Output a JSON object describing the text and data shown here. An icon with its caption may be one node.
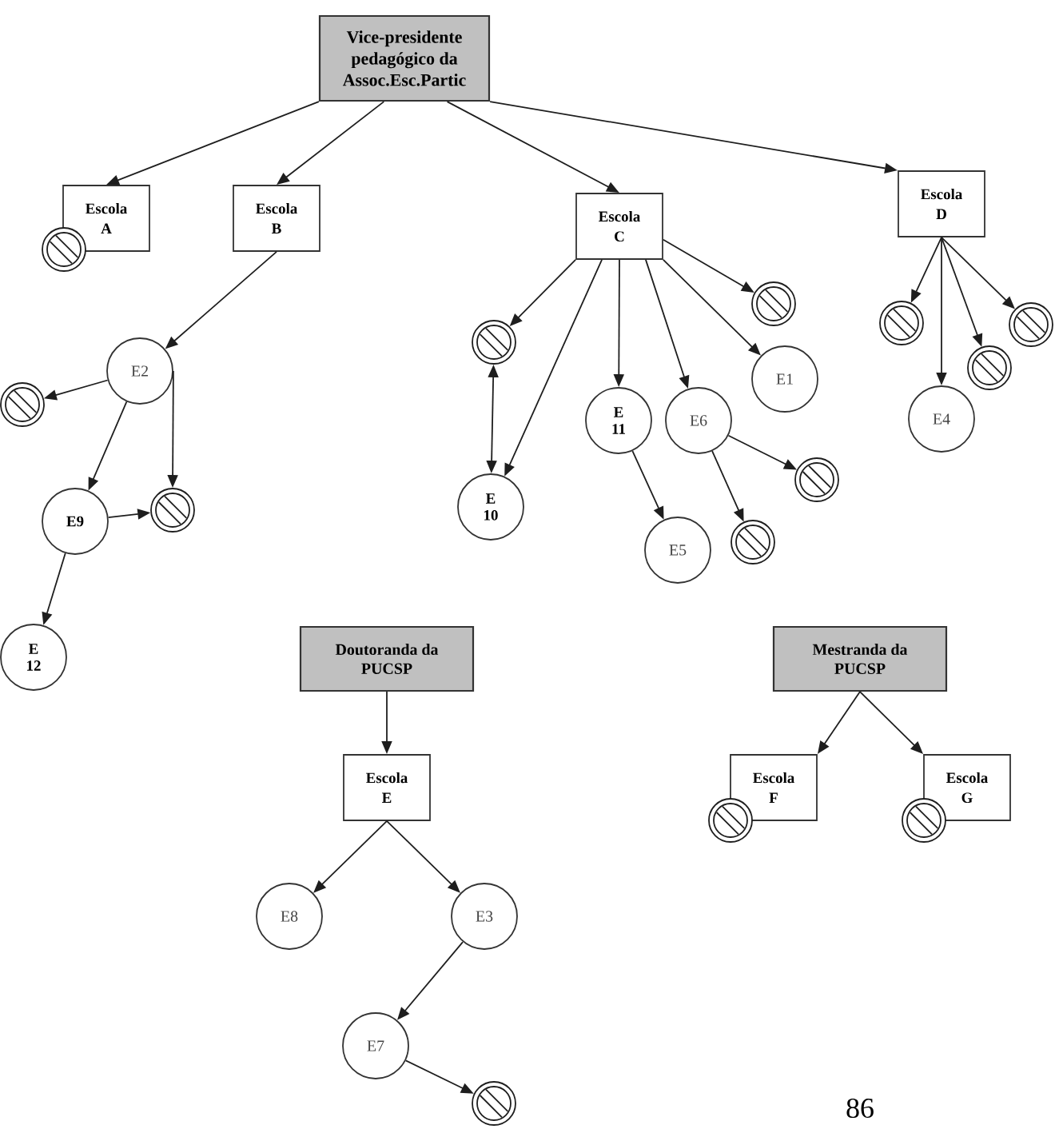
{
  "diagram": {
    "nodes": [
      {
        "text": [
          "Vice-presidente pedagógico da Assoc.Esc.Partic"
        ]
      },
      {
        "text": [
          "Escola A"
        ]
      },
      {
        "text": [
          "Escola B"
        ]
      },
      {
        "text": [
          "Escola C"
        ]
      },
      {
        "text": [
          "Escola D"
        ]
      },
      {
        "text": [
          "E2"
        ]
      },
      {
        "text": [],
        "shape": "circle"
      },
      {
        "text": [
          "E9"
        ]
      },
      {
        "text": [],
        "shape": "circle"
      },
      {
        "text": [
          "E 12"
        ]
      },
      {
        "text": [],
        "shape": "circle"
      },
      {
        "text": [
          "E 10"
        ]
      },
      {
        "text": [
          "E 11"
        ]
      },
      {
        "text": [
          "E6"
        ]
      },
      {
        "text": [
          "E1"
        ]
      },
      {
        "text": [],
        "shape": "circle"
      },
      {
        "text": [
          "E5"
        ]
      },
      {
        "text": [],
        "shape": "circle"
      },
      {
        "text": [],
        "shape": "circle"
      },
      {
        "text": [],
        "shape": "circle"
      },
      {
        "text": [
          "E4"
        ]
      },
      {
        "text": [],
        "shape": "circle"
      },
      {
        "text": [],
        "shape": "circle"
      },
      {
        "text": [
          "Doutoranda da PUCSP"
        ]
      },
      {
        "text": [
          "Mestranda da PUCSP"
        ]
      },
      {
        "text": [
          "Escola E"
        ]
      },
      {
        "text": [
          "Escola F"
        ]
      },
      {
        "text": [
          "Escola G"
        ]
      },
      {
        "text": [
          "E8"
        ]
      },
      {
        "text": [
          "E3"
        ]
      },
      {
        "text": [
          "E7"
        ]
      },
      {
        "text": [],
        "shape": "circle"
      }
    ],
    "edges": [
      {
        "from": 0,
        "to": 1,
        "arrow": "to"
      },
      {
        "from": 0,
        "to": 2,
        "arrow": "to"
      },
      {
        "from": 0,
        "to": 3,
        "arrow": "to"
      },
      {
        "from": 0,
        "to": 4,
        "arrow": "to"
      },
      {
        "from": 2,
        "to": 5,
        "arrow": "to"
      },
      {
        "from": 5,
        "to": 6,
        "arrow": "to"
      },
      {
        "from": 5,
        "to": 7,
        "arrow": "to"
      },
      {
        "from": 5,
        "to": 8,
        "arrow": "to"
      },
      {
        "from": 7,
        "to": 8,
        "arrow": "to"
      },
      {
        "from": 7,
        "to": 9,
        "arrow": "to"
      },
      {
        "from": 3,
        "to": 10,
        "arrow": "to"
      },
      {
        "from": 3,
        "to": 11,
        "arrow": "to"
      },
      {
        "from": 10,
        "to": 11,
        "arrow": "both"
      },
      {
        "from": 3,
        "to": 12,
        "arrow": "to"
      },
      {
        "from": 3,
        "to": 13,
        "arrow": "to"
      },
      {
        "from": 3,
        "to": 14,
        "arrow": "to"
      },
      {
        "from": 3,
        "to": 15,
        "arrow": "to"
      },
      {
        "from": 12,
        "to": 16,
        "arrow": "to"
      },
      {
        "from": 13,
        "to": 17,
        "arrow": "to"
      },
      {
        "from": 13,
        "to": 18,
        "arrow": "to"
      },
      {
        "from": 4,
        "to": 19,
        "arrow": "to"
      },
      {
        "from": 4,
        "to": 20,
        "arrow": "to"
      },
      {
        "from": 4,
        "to": 21,
        "arrow": "to"
      },
      {
        "from": 4,
        "to": 22,
        "arrow": "to"
      },
      {
        "from": 23,
        "to": 25,
        "arrow": "to"
      },
      {
        "from": 25,
        "to": 28,
        "arrow": "to"
      },
      {
        "from": 25,
        "to": 29,
        "arrow": "to"
      },
      {
        "from": 29,
        "to": 30,
        "arrow": "to"
      },
      {
        "from": 30,
        "to": 31,
        "arrow": "to"
      },
      {
        "from": 24,
        "to": 26,
        "arrow": "to"
      },
      {
        "from": 24,
        "to": 27,
        "arrow": "to"
      }
    ],
    "labels": [
      "86"
    ]
  }
}
